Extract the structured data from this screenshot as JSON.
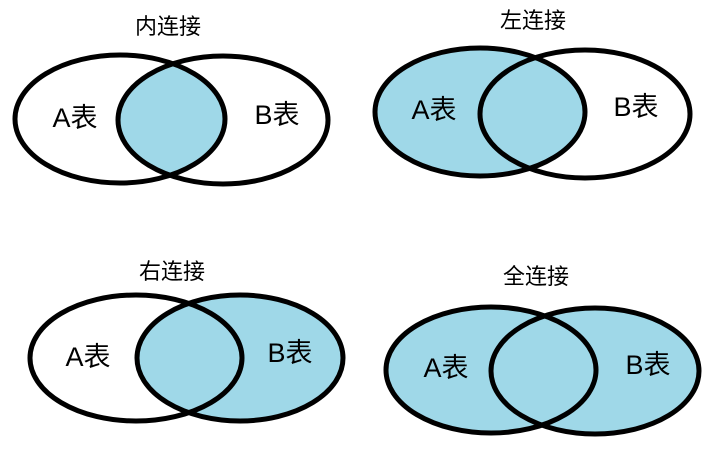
{
  "colors": {
    "fill": "#9fd8e8",
    "stroke": "#000000",
    "background": "#ffffff"
  },
  "diagrams": [
    {
      "title": "内连接",
      "left_label": "A表",
      "right_label": "B表",
      "highlight": "intersection"
    },
    {
      "title": "左连接",
      "left_label": "A表",
      "right_label": "B表",
      "highlight": "left"
    },
    {
      "title": "右连接",
      "left_label": "A表",
      "right_label": "B表",
      "highlight": "right"
    },
    {
      "title": "全连接",
      "left_label": "A表",
      "right_label": "B表",
      "highlight": "both"
    }
  ]
}
